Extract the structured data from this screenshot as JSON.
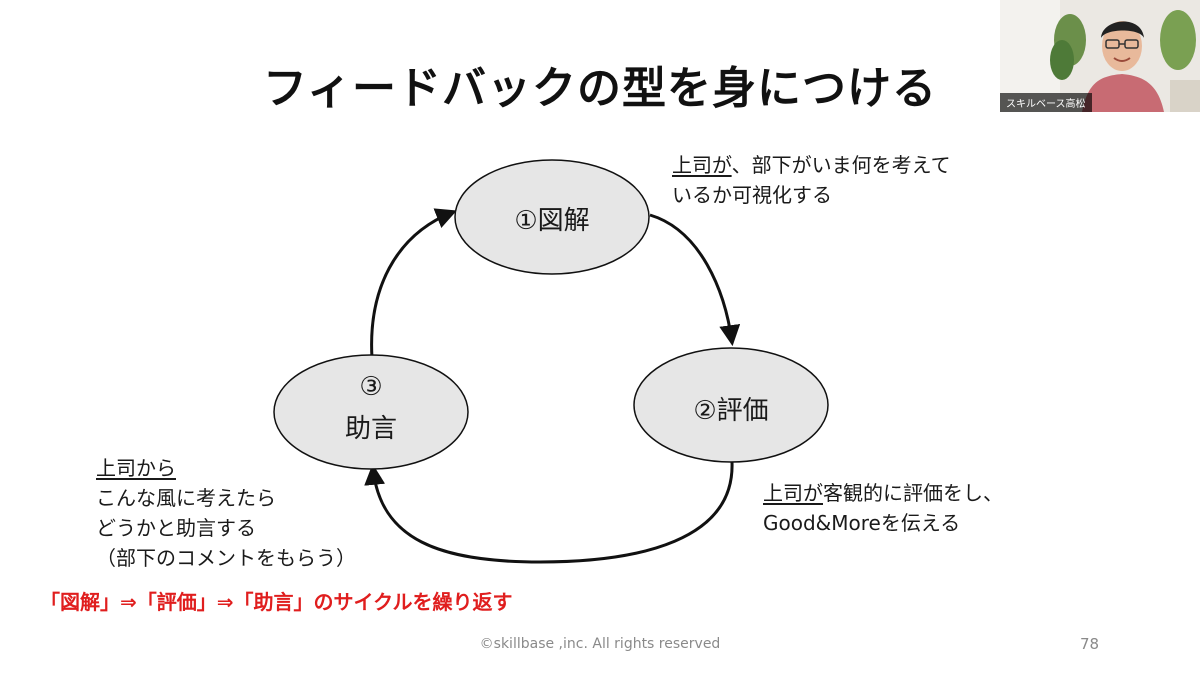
{
  "slide": {
    "title": "フィードバックの型を身につける",
    "nodes": {
      "diagram": "①図解",
      "evaluation": "②評価",
      "advice_number": "③",
      "advice": "助言"
    },
    "notes": {
      "diagram_u": "上司が",
      "diagram_rest1": "、部下がいま何を考えて",
      "diagram_line2": "いるか可視化する",
      "evaluation_u": "上司が",
      "evaluation_rest1": "客観的に評価をし、",
      "evaluation_line2": "Good&Moreを伝える",
      "advice_u": "上司から",
      "advice_line2": "こんな風に考えたら",
      "advice_line3": "どうかと助言する",
      "advice_line4": "（部下のコメントをもらう）"
    },
    "summary": "「図解」⇒「評価」⇒「助言」のサイクルを繰り返す",
    "footer": "©skillbase ,inc. All rights reserved",
    "page_number": "78"
  },
  "webcam": {
    "name_label": "スキルベース高松"
  },
  "colors": {
    "node_fill": "#e6e6e6",
    "node_stroke": "#111111",
    "summary": "#e01e1e",
    "footer": "#8a8a8a"
  }
}
